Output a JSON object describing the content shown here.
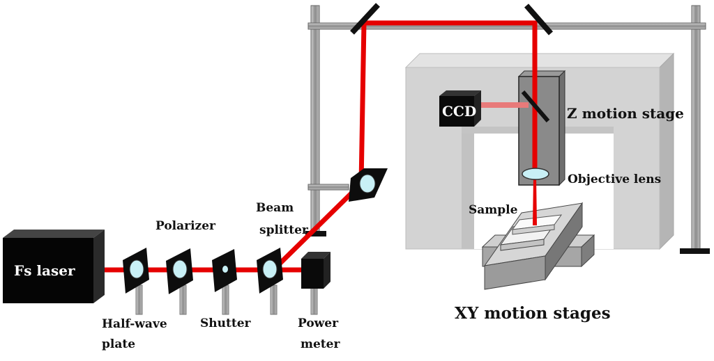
{
  "labels": {
    "fs_laser": "Fs laser",
    "half_wave_1": "Half-wave",
    "half_wave_2": "plate",
    "polarizer": "Polarizer",
    "shutter": "Shutter",
    "beam_splitter_1": "Beam",
    "beam_splitter_2": "splitter",
    "power_meter_1": "Power",
    "power_meter_2": "meter",
    "ccd": "CCD",
    "z_stage": "Z motion stage",
    "objective": "Objective lens",
    "sample": "Sample",
    "xy_stages": "XY motion stages"
  },
  "colors": {
    "beam": "#e60000",
    "camera_beam": "#e87a7a",
    "stage_gray": "#d0d0d0",
    "dark_block": "#0a0a0a",
    "lens": "#c8f0f6",
    "rail": "#777777"
  }
}
